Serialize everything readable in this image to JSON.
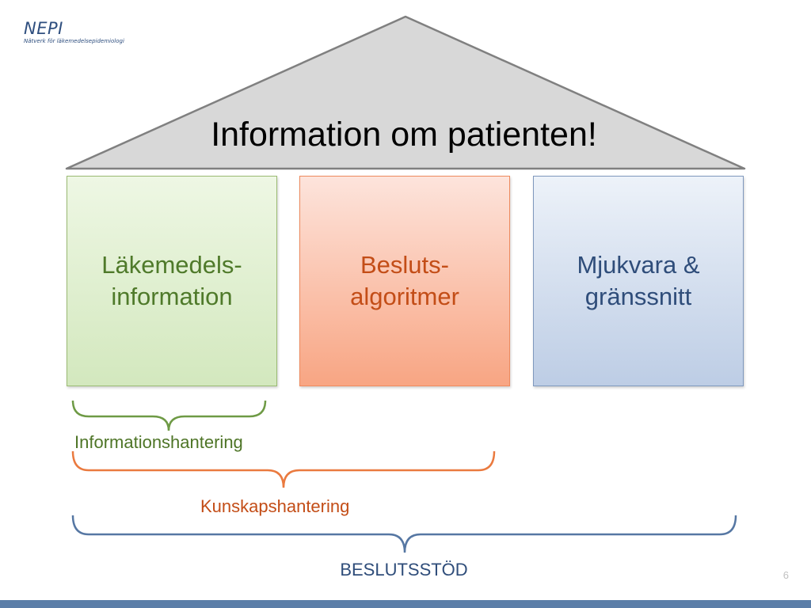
{
  "logo": {
    "name": "NEPI",
    "tagline": "Nätverk för läkemedelsepidemiologi"
  },
  "roof": {
    "title": "Information om patienten!"
  },
  "pillars": [
    {
      "label": "Läkemedels-\ninformation",
      "color": "#4f7a2a"
    },
    {
      "label": "Besluts-\nalgoritmer",
      "color": "#c34d17"
    },
    {
      "label": "Mjukvara &\ngränssnitt",
      "color": "#2f4d7a"
    }
  ],
  "braces": [
    {
      "label": "Informationshantering",
      "color": "#6e9a45"
    },
    {
      "label": "Kunskapshantering",
      "color": "#ea7a3f"
    },
    {
      "label": "BESLUTSSTÖD",
      "color": "#5677a3"
    }
  ],
  "page_number": "6"
}
